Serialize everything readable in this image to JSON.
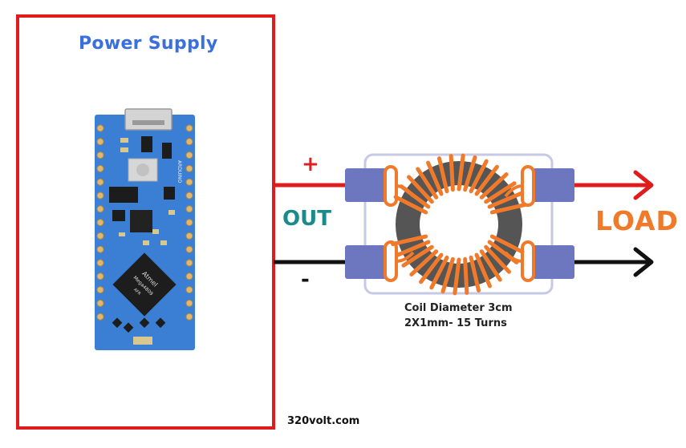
{
  "power_supply": {
    "title": "Power Supply",
    "frame_color": "#e01b1b"
  },
  "arduino": {
    "brand": "Atmel",
    "chip": "Mega4809",
    "variant": "AFR",
    "board_name": "ARDUINO"
  },
  "output": {
    "label": "OUT",
    "plus": "+",
    "minus": "-"
  },
  "load": {
    "label": "LOAD"
  },
  "coil": {
    "line1": "Coil Diameter 3cm",
    "line2": "2X1mm- 15 Turns",
    "wire_color": "#f07a2a",
    "core_color": "#555555"
  },
  "credit": "320volt.com",
  "colors": {
    "positive": "#e01b1b",
    "negative": "#111111",
    "board": "#3b7fd4",
    "terminal": "#6d77c0"
  }
}
